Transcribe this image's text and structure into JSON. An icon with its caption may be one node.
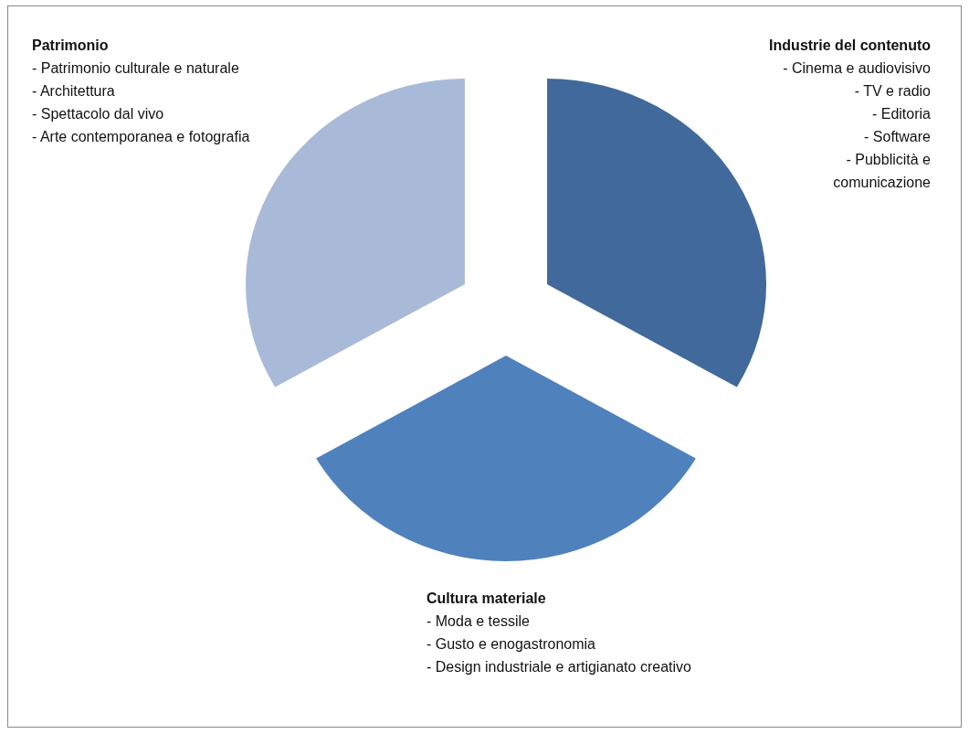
{
  "diagram": {
    "nodes": [
      {
        "text": [
          "Patrimonio",
          "- Patrimonio culturale e naturale",
          "- Architettura",
          "- Spettacolo dal vivo",
          "- Arte contemporanea e fotografia"
        ]
      },
      {
        "text": [
          "Industrie del contenuto",
          "- Cinema e audiovisivo",
          "- TV e radio",
          "- Editoria",
          "- Software",
          "- Pubblicità e comunicazione"
        ]
      },
      {
        "text": [
          "Cultura materiale",
          "- Moda e tessile",
          "- Gusto e enogastronomia",
          "- Design industriale e artigianato creativo"
        ]
      }
    ],
    "edges": []
  }
}
